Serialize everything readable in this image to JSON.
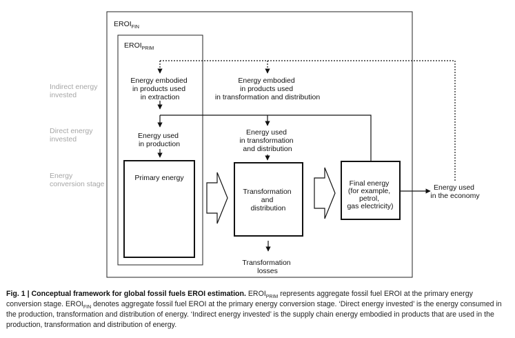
{
  "diagram": {
    "outer_label": {
      "main": "EROI",
      "sub": "FIN"
    },
    "inner_label": {
      "main": "EROI",
      "sub": "PRIM"
    },
    "rows": {
      "indirect": [
        "Indirect energy",
        "invested"
      ],
      "direct": [
        "Direct energy",
        "invested"
      ],
      "stage": [
        "Energy",
        "conversion stage"
      ]
    },
    "nodes": {
      "embodied_extraction": [
        "Energy embodied",
        "in products used",
        "in extraction"
      ],
      "embodied_transformation": [
        "Energy embodied",
        "in products used",
        "in transformation and distribution"
      ],
      "used_production": [
        "Energy used",
        "in production"
      ],
      "used_transformation": [
        "Energy used",
        "in transformation",
        "and distribution"
      ],
      "primary_energy": [
        "Primary energy"
      ],
      "transformation_box": [
        "Transformation",
        "and",
        "distribution"
      ],
      "final_energy": [
        "Final energy",
        "(for example,",
        "petrol,",
        "gas electricity)"
      ],
      "transformation_losses": [
        "Transformation",
        "losses"
      ],
      "energy_economy": [
        "Energy used",
        "in the economy"
      ]
    }
  },
  "caption": {
    "fig_label": "Fig. 1 | Conceptual framework for global fossil fuels EROI estimation.",
    "t1": " EROI",
    "s1": "PRIM",
    "t2": " represents aggregate fossil fuel EROI at the primary energy conversion stage. EROI",
    "s2": "FIN",
    "t3": " denotes aggregate fossil fuel EROI at the primary energy conversion stage. ‘Direct energy invested’ is the energy consumed in the production, transformation and distribution of energy. ‘Indirect energy invested’ is the supply chain energy embodied in products that are used in the production, transformation and distribution of energy."
  }
}
